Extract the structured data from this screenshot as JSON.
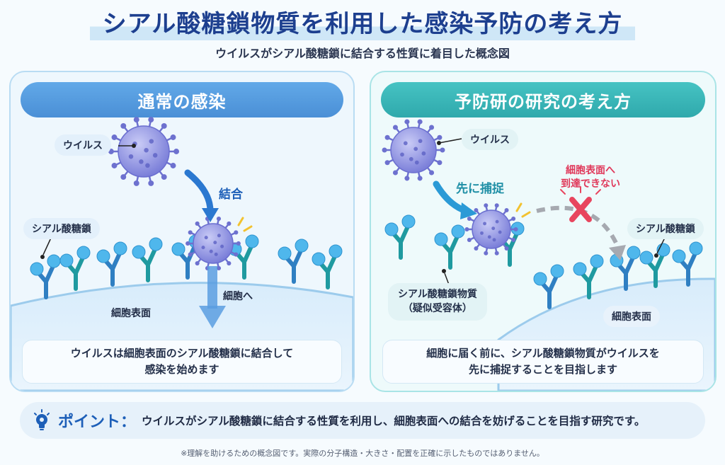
{
  "title": "シアル酸糖鎖物質を利用した感染予防の考え方",
  "subtitle": "ウイルスがシアル酸糖鎖に結合する性質に着目した概念図",
  "left_panel": {
    "header": "通常の感染",
    "virus_label": "ウイルス",
    "bind_label": "結合",
    "sialic_label": "シアル酸糖鎖",
    "to_cell_label": "細胞へ",
    "cell_surface_label": "細胞表面",
    "caption_line1": "ウイルスは細胞表面のシアル酸糖鎖に結合して",
    "caption_line2": "感染を始めます"
  },
  "right_panel": {
    "header": "予防研の研究の考え方",
    "virus_label": "ウイルス",
    "capture_label": "先に捕捉",
    "unreachable_line1": "細胞表面へ",
    "unreachable_line2": "到達できない",
    "sialic_label": "シアル酸糖鎖",
    "decoy_line1": "シアル酸糖鎖物質",
    "decoy_line2": "（疑似受容体）",
    "cell_surface_label": "細胞表面",
    "caption_line1": "細胞に届く前に、シアル酸糖鎖物質がウイルスを",
    "caption_line2": "先に捕捉することを目指します"
  },
  "point": {
    "label": "ポイント：",
    "text": "ウイルスがシアル酸糖鎖に結合する性質を利用し、細胞表面への結合を妨げることを目指す研究です。"
  },
  "footnote": "※理解を助けるための概念図です。実際の分子構造・大きさ・配置を正確に示したものではありません。",
  "colors": {
    "virus": "#8c8fe3",
    "receptor_stem_blue": "#2f7fc2",
    "receptor_stem_teal": "#1f9aa0",
    "receptor_ball": "#4fb7ec",
    "arrow_blue": "#2b78d0",
    "cross_red": "#e8455e",
    "label_red": "#e0385a"
  }
}
